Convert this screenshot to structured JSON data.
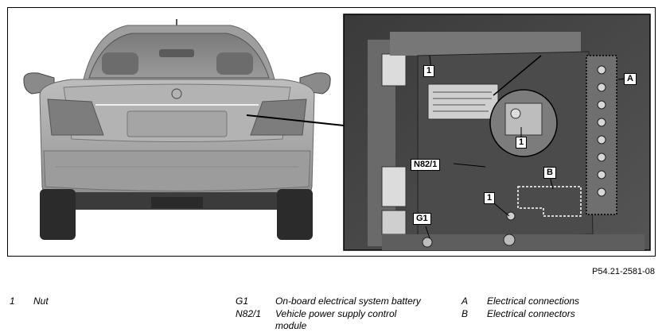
{
  "figure_ref": "P54.21-2581-08",
  "callouts": {
    "nut_1": "1",
    "conn_a": "A",
    "conn_b": "B",
    "module": "N82/1",
    "battery": "G1"
  },
  "legend": [
    {
      "key": "1",
      "text": "Nut"
    },
    {
      "key": "G1",
      "text": "On-board electrical system battery"
    },
    {
      "key": "N82/1",
      "text": "Vehicle power supply control module"
    },
    {
      "key": "A",
      "text": "Electrical connections"
    },
    {
      "key": "B",
      "text": "Electrical connectors"
    }
  ]
}
